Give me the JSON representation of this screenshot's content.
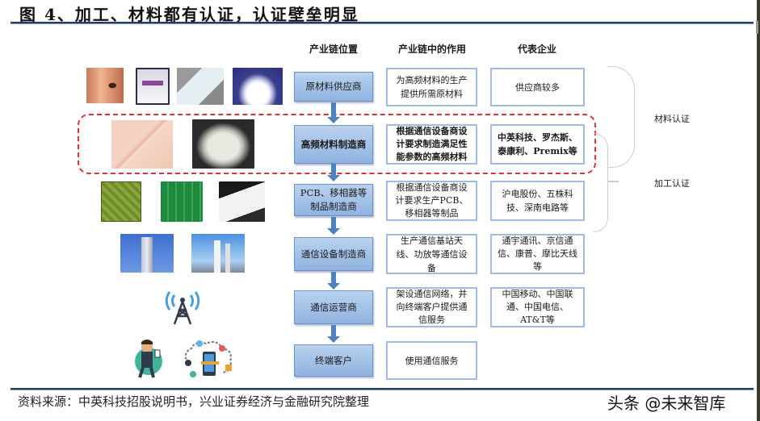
{
  "figure": {
    "title": "图 4、加工、材料都有认证，认证壁垒明显",
    "source": "资料来源：中英科技招股说明书，兴业证券经济与金融研究院整理",
    "watermark": "头条 @未来智库"
  },
  "columns": {
    "position": "产业链位置",
    "role": "产业链中的作用",
    "enterprises": "代表企业"
  },
  "rows": [
    {
      "position": "原材料供应商",
      "role": "为高频材料的生产提供所需原材料",
      "enterprises": "供应商较多"
    },
    {
      "position": "高频材料制造商",
      "role": "根据通信设备商设计要求制造满足性能参数的高频材料",
      "enterprises": "中英科技、罗杰斯、泰康利、Premix等"
    },
    {
      "position": "PCB、移相器等制品制造商",
      "role": "根据通信设备商设计要求生产PCB、移相器等制品",
      "enterprises": "沪电股份、五株科技、深南电路等"
    },
    {
      "position": "通信设备制造商",
      "role": "生产通信基站天线、功放等通信设备",
      "enterprises": "通宇通讯、京信通信、康普、摩比天线等"
    },
    {
      "position": "通信运营商",
      "role": "架设通信网络，并向终端客户提供通信服务",
      "enterprises": "中国移动、中国联通、中国电信、AT&T等"
    },
    {
      "position": "终端客户",
      "role": "使用通信服务",
      "enterprises": ""
    }
  ],
  "certifications": {
    "material": "材料认证",
    "processing": "加工认证"
  },
  "images": [
    "copper-foil-roll",
    "chemical-container",
    "glass-fiber-cloth",
    "white-powder",
    "laminate-sheets",
    "resin-pellets",
    "pcb-board-yellow",
    "pcb-board-green",
    "phase-shifter-cards",
    "cell-tower-antenna",
    "base-station-antenna",
    "signal-tower-icon",
    "user-phone-icon",
    "cloud-mobile-icon"
  ],
  "colors": {
    "pos_box_fill": "#a4c3e8",
    "box_border": "#9dbde6",
    "arrow": "#4e81c0",
    "dashed_region": "#d9343a",
    "rule": "#1f3d6b"
  }
}
